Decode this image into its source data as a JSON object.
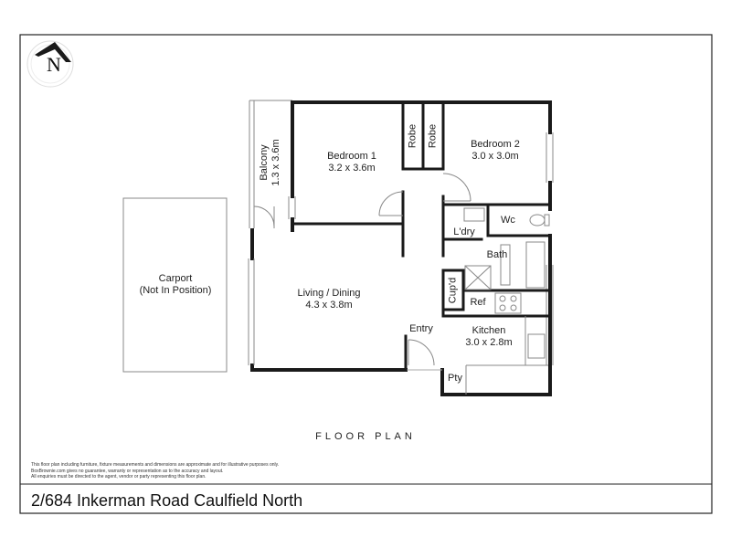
{
  "compass": {
    "letter": "N"
  },
  "rooms": {
    "bedroom1": {
      "name": "Bedroom 1",
      "size": "3.2 x 3.6m"
    },
    "bedroom2": {
      "name": "Bedroom 2",
      "size": "3.0 x 3.0m"
    },
    "balcony": {
      "name": "Balcony",
      "size": "1.3 x 3.6m"
    },
    "robe1": "Robe",
    "robe2": "Robe",
    "wc": "Wc",
    "laundry": "L'dry",
    "bath": "Bath",
    "cupd": "Cup'd",
    "ref": "Ref",
    "living": {
      "name": "Living / Dining",
      "size": "4.3 x 3.8m"
    },
    "entry": "Entry",
    "kitchen": {
      "name": "Kitchen",
      "size": "3.0 x 2.8m"
    },
    "pantry": "Pty",
    "carport": {
      "name": "Carport",
      "note": "(Not In Position)"
    }
  },
  "plan_title": "FLOOR PLAN",
  "disclaimer": {
    "line1": "This floor plan including furniture, fixture measurements and dimensions are approximate and for illustrative purposes only.",
    "line2": "BoxBrownie.com gives no guarantee, warranty or representation as to the accuracy and layout.",
    "line3": "All enquiries must be directed to the agent, vendor or party representing this floor plan."
  },
  "address": "2/684 Inkerman Road Caulfield North"
}
